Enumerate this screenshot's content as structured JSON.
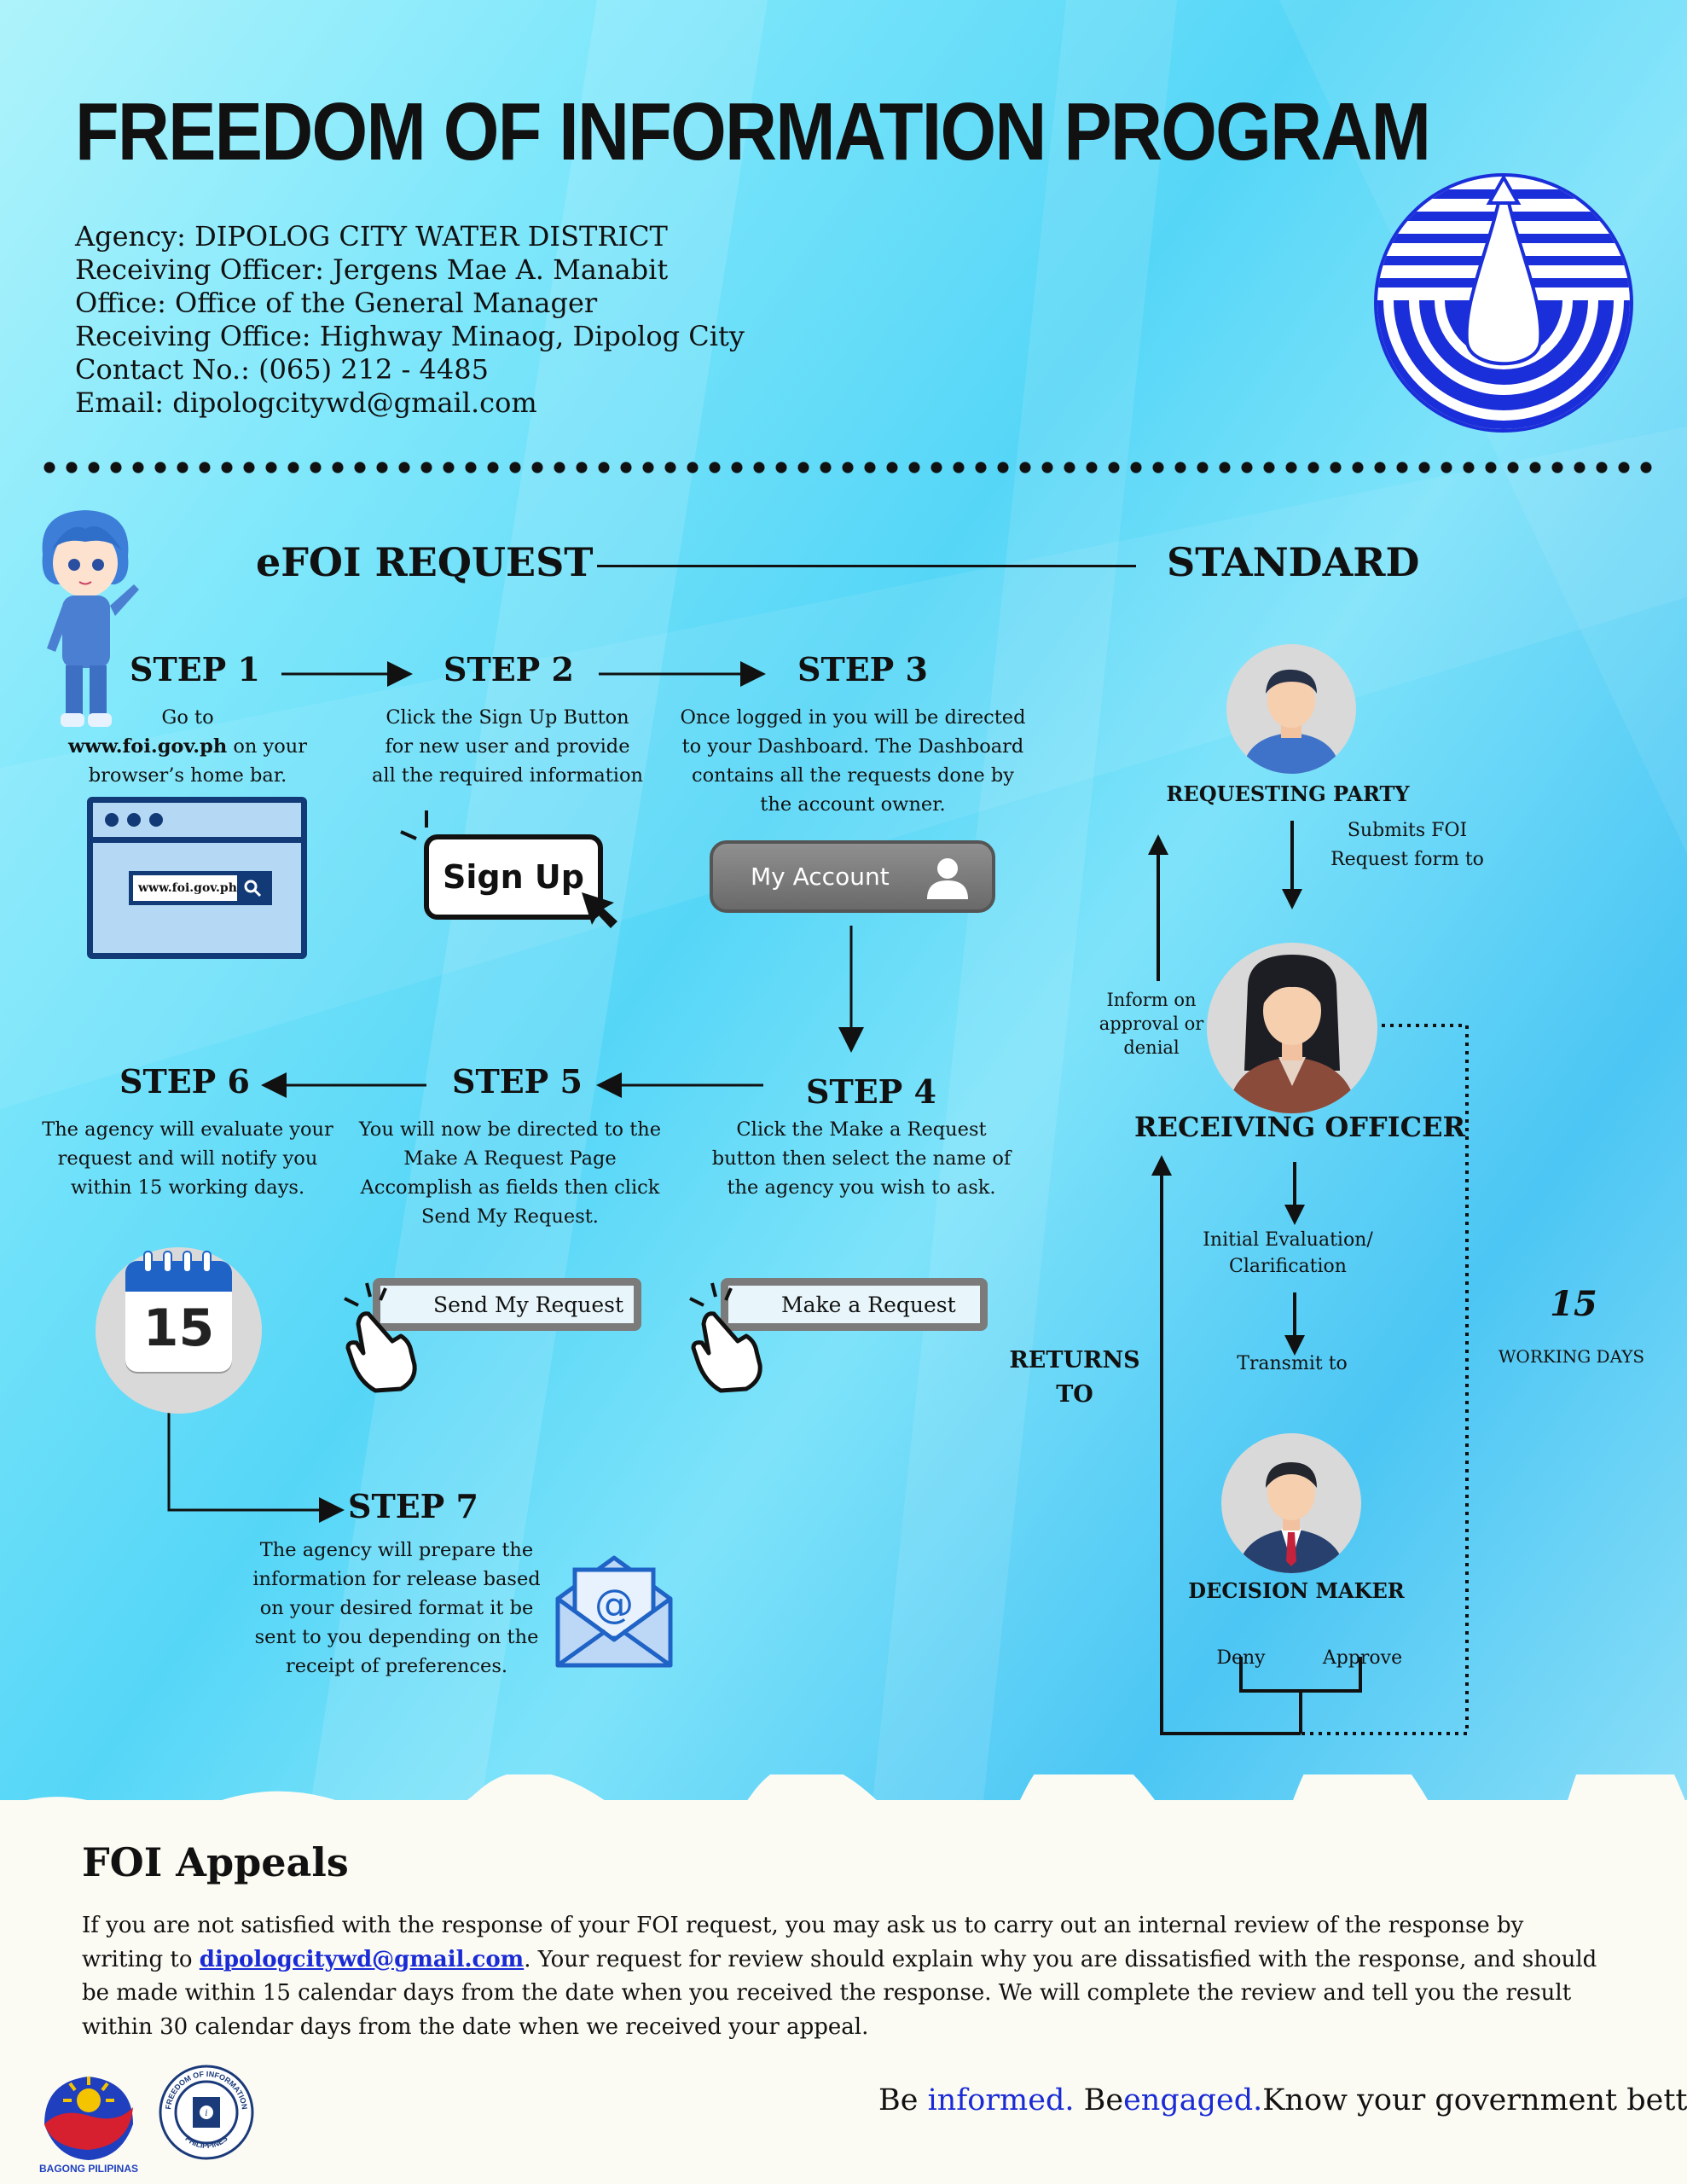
{
  "title": "FREEDOM OF INFORMATION PROGRAM",
  "agency_info": [
    "Agency: DIPOLOG CITY WATER DISTRICT",
    "Receiving Officer: Jergens Mae A. Manabit",
    "Office: Office of the General Manager",
    "Receiving Office: Highway Minaog, Dipolog City",
    "Contact No.: (065) 212 - 4485",
    "Email: dipologcitywd@gmail.com"
  ],
  "sections": {
    "efoi": "eFOI REQUEST",
    "standard": "STANDARD"
  },
  "steps": [
    {
      "label": "STEP 1",
      "desc_pre": "Go to",
      "desc_bold": "www.foi.gov.ph",
      "desc_post": "on your browser’s home bar."
    },
    {
      "label": "STEP 2",
      "desc": "Click the Sign Up Button for new user and provide all the required information"
    },
    {
      "label": "STEP 3",
      "desc": "Once logged in you will be directed to your Dashboard. The Dashboard contains all the requests done by the account owner."
    },
    {
      "label": "STEP 4",
      "desc": "Click the Make a Request button then select the name of the agency you wish to ask."
    },
    {
      "label": "STEP 5",
      "desc": "You will now be directed to the Make A Request Page Accomplish as fields then click Send My Request."
    },
    {
      "label": "STEP 6",
      "desc": "The agency will evaluate your request and will notify you within 15 working days."
    },
    {
      "label": "STEP 7",
      "desc": "The agency will prepare the information for release based on your desired format it be sent to you depending on the receipt of preferences."
    }
  ],
  "browser_url": "www.foi.gov.ph",
  "signup_label": "Sign Up",
  "account_label": "My Account",
  "make_request_label": "Make a Request",
  "send_request_label": "Send My Request",
  "calendar_number": "15",
  "standard": {
    "requesting_party": "REQUESTING PARTY",
    "submits": "Submits FOI Request form to",
    "inform": "Inform on approval or denial",
    "receiving_officer": "RECEIVING OFFICER",
    "initial_eval": "Initial Evaluation/ Clarification",
    "transmit": "Transmit to",
    "decision_maker": "DECISION MAKER",
    "deny": "Deny",
    "approve": "Approve",
    "returns_to": "RETURNS TO",
    "days_number": "15",
    "days_label": "WORKING DAYS"
  },
  "appeals": {
    "title": "FOI Appeals",
    "text_pre": "If you are not satisfied with the response of your FOI request, you may ask us to carry out an internal review of the response by writing to",
    "email": "dipologcitywd@gmail.com",
    "text_post": ". Your request for review should explain why you are dissatisfied with the response, and should be made within 15 calendar days from the date when you received the response. We will complete the review and tell you the result within 30 calendar days from the date when we received your appeal."
  },
  "footer": {
    "be1": "Be ",
    "informed": "informed.",
    "be2": " Be",
    "engaged": "engaged.",
    "rest": "Know your government better.",
    "bagong": "BAGONG PILIPINAS",
    "seal_top": "FREEDOM OF INFORMATION",
    "seal_bottom": "PHILIPPINES"
  },
  "colors": {
    "accent_blue": "#1a2bd6",
    "logo_blue": "#1a2fd9",
    "arrow": "#111111"
  }
}
